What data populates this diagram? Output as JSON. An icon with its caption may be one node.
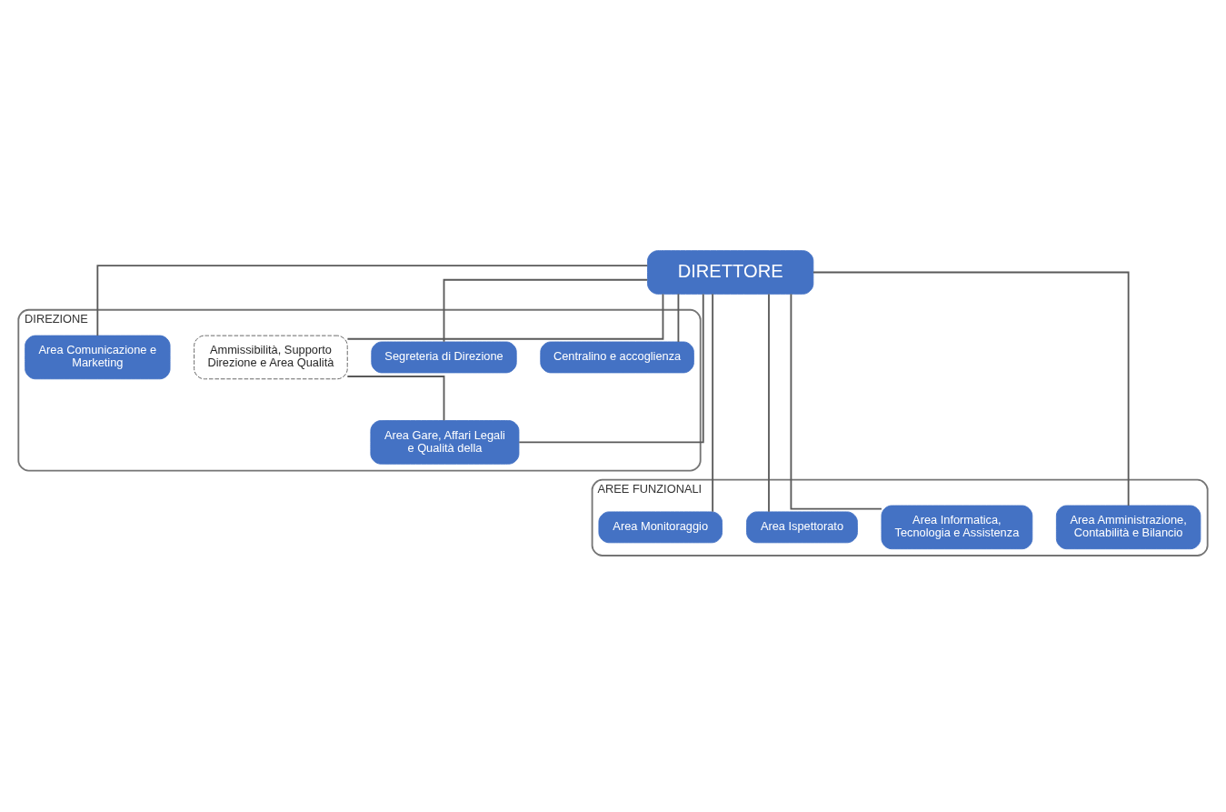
{
  "diagram": {
    "nodes": [
      {
        "text": [
          "DIRETTORE"
        ]
      },
      {
        "text": [
          "DIREZIONE"
        ]
      },
      {
        "text": [
          "Centralino e accoglienza"
        ],
        "in": 1
      },
      {
        "text": [
          "Segreteria di Direzione"
        ],
        "in": 1
      },
      {
        "text": [
          "Ammissibilità, Supporto Direzione e Area Qualità"
        ],
        "in": 1
      },
      {
        "text": [
          "Area Gare, Affari Legali e Qualità della"
        ],
        "in": 1
      },
      {
        "text": [
          "Area Comunicazione e Marketing"
        ],
        "in": 1
      },
      {
        "text": [
          "AREE FUNZIONALI"
        ]
      },
      {
        "text": [
          "Area Monitoraggio"
        ],
        "in": 7
      },
      {
        "text": [
          "Area Ispettorato"
        ],
        "in": 7
      },
      {
        "text": [
          "Area Informatica, Tecnologia e Assistenza"
        ],
        "in": 7
      },
      {
        "text": [
          "Area Amministrazione, Contabilità e Bilancio"
        ],
        "in": 7
      }
    ],
    "edges": [
      {
        "from": 0,
        "to": 2,
        "arrow": "none"
      },
      {
        "from": 0,
        "to": 3,
        "arrow": "none"
      },
      {
        "from": 0,
        "to": 4,
        "arrow": "none"
      },
      {
        "from": 4,
        "to": 5,
        "arrow": "none"
      },
      {
        "from": 0,
        "to": 5,
        "arrow": "none"
      },
      {
        "from": 0,
        "to": 6,
        "arrow": "none"
      },
      {
        "from": 0,
        "to": 8,
        "arrow": "none"
      },
      {
        "from": 0,
        "to": 9,
        "arrow": "none"
      },
      {
        "from": 0,
        "to": 10,
        "arrow": "none"
      },
      {
        "from": 0,
        "to": 11,
        "arrow": "none"
      }
    ]
  }
}
